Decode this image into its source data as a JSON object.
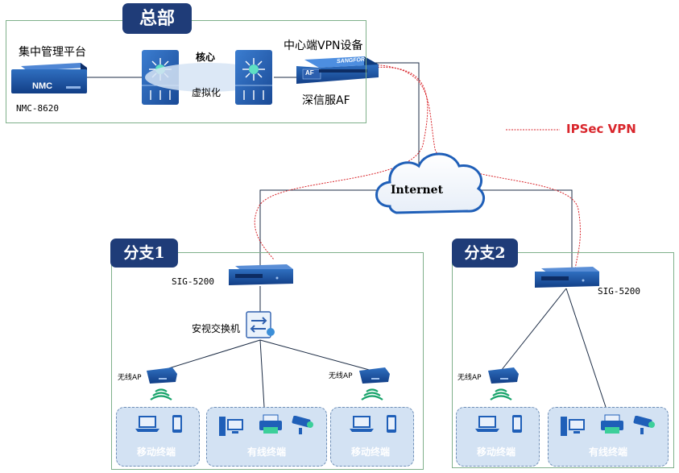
{
  "headquarters": {
    "title": "总部",
    "nms_label": "集中管理平台",
    "nms_model": "NMC-8620",
    "nms_brand": "NMC",
    "core_label": "核心",
    "virtual_label": "虚拟化",
    "vpn_device_label": "中心端VPN设备",
    "vpn_device_name": "深信服AF",
    "vpn_brand": "SANGFOR",
    "af_badge": "AF"
  },
  "legend": {
    "label": "IPSec VPN",
    "color": "#d9262c"
  },
  "internet": {
    "label": "Internet"
  },
  "branch1": {
    "title": "分支1",
    "gateway_model": "SIG-5200",
    "switch_label": "安视交换机",
    "ap_left_label": "无线AP",
    "ap_right_label": "无线AP",
    "group_mobile_left": "移动终端",
    "group_wired": "有线终端",
    "group_mobile_right": "移动终端"
  },
  "branch2": {
    "title": "分支2",
    "gateway_model": "SIG-5200",
    "ap_label": "无线AP",
    "group_mobile": "移动终端",
    "group_wired": "有线终端"
  },
  "colors": {
    "dark_navy": "#1f3c78",
    "region_border": "#7fb08a",
    "group_fill": "#d3e2f3",
    "ipsec_red": "#d9262c"
  }
}
